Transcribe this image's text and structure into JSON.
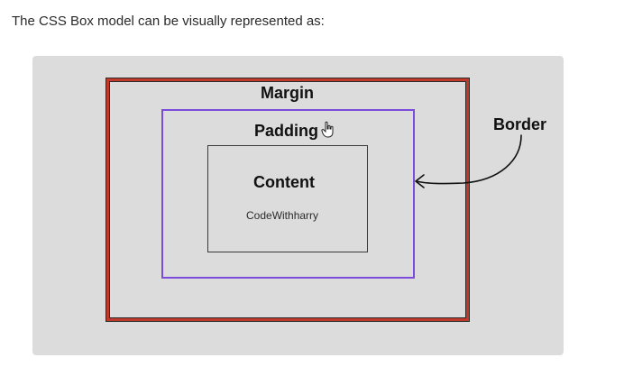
{
  "intro_text": "The CSS Box model can be visually represented as:",
  "diagram": {
    "margin_label": "Margin",
    "padding_label": "Padding",
    "content_label": "Content",
    "content_subtext": "CodeWithharry",
    "border_label": "Border"
  },
  "colors": {
    "panel_bg": "#dcdcdc",
    "margin_border": "#c0392b",
    "padding_border": "#7b4bd9",
    "content_border": "#3a3a3a"
  },
  "icons": {
    "cursor": "hand-pointer-icon",
    "arrow": "curved-arrow-icon"
  }
}
